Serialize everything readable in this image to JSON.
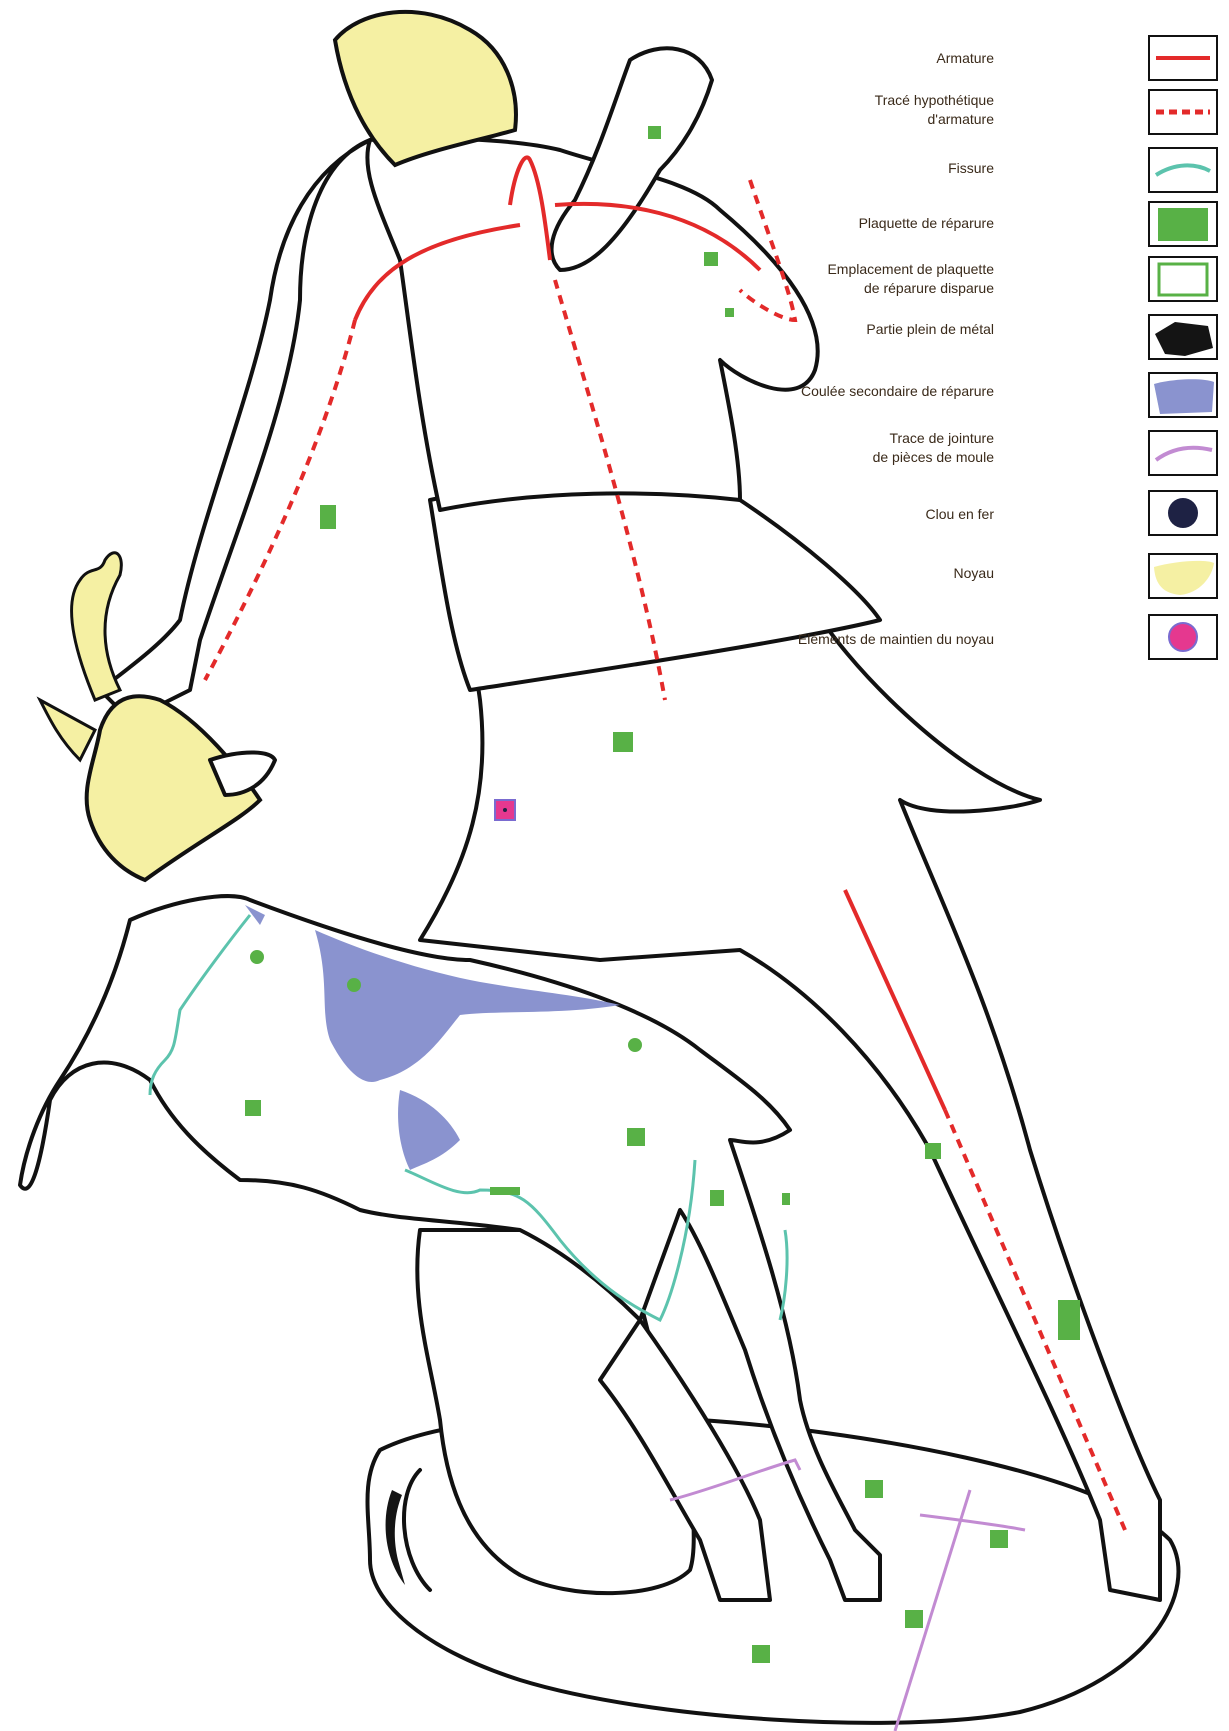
{
  "legend": [
    {
      "key": "armature",
      "label": "Armature",
      "color": "#e32a2a"
    },
    {
      "key": "hypothetical",
      "label": "Tracé hypothétique\nd'armature",
      "color": "#e32a2a"
    },
    {
      "key": "crack",
      "label": "Fissure",
      "color": "#5cc3ad"
    },
    {
      "key": "patch",
      "label": "Plaquette de réparure",
      "color": "#58b146"
    },
    {
      "key": "missing-patch",
      "label": "Emplacement de plaquette\nde réparure disparue",
      "color": "#58b146"
    },
    {
      "key": "solid-metal",
      "label": "Partie plein de métal",
      "color": "#141414"
    },
    {
      "key": "secondary-cast",
      "label": "Coulée secondaire de  réparure",
      "color": "#8a93cf"
    },
    {
      "key": "mould-joint",
      "label": "Trace de jointure\nde pièces de moule",
      "color": "#c28bd2"
    },
    {
      "key": "iron-nail",
      "label": "Clou en fer",
      "color": "#1e2244"
    },
    {
      "key": "core",
      "label": "Noyau",
      "color": "#f5f0a3"
    },
    {
      "key": "core-support",
      "label": "Eléments de maintien du noyau",
      "color": "#e5388f"
    }
  ]
}
